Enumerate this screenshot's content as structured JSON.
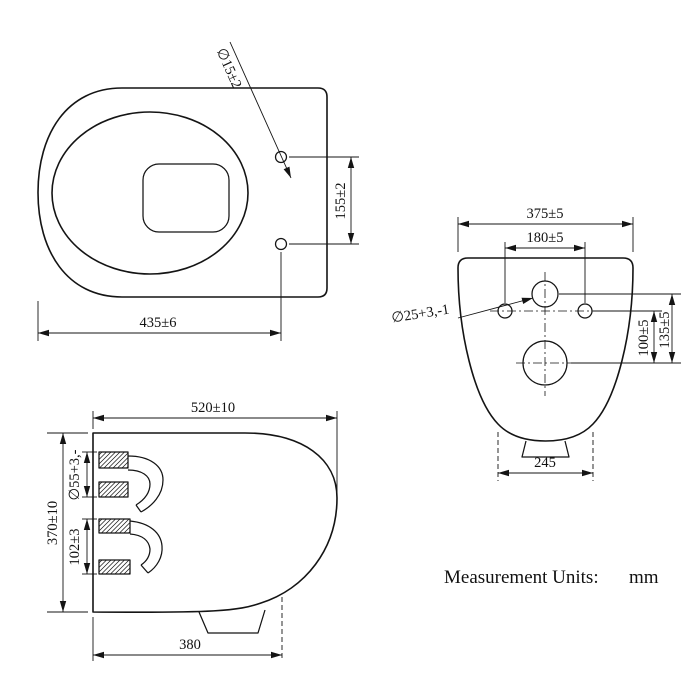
{
  "colors": {
    "ink": "#141414",
    "background": "#ffffff"
  },
  "top_view": {
    "label_hole_diameter": "∅15±2",
    "label_hole_offset": "155±2",
    "label_width": "435±6"
  },
  "rear_view": {
    "label_width": "375±5",
    "label_hole_spacing": "180±5",
    "label_inlet_diameter": "∅25+3,-1",
    "label_height_inner": "100±5",
    "label_height_outer": "135±5",
    "label_base_width": "245"
  },
  "side_view": {
    "label_depth": "520±10",
    "label_height": "370±10",
    "label_inlet_diameter": "∅55+3,-",
    "label_outlet_offset": "102±3",
    "label_base_depth": "380"
  },
  "footer": {
    "units_label": "Measurement Units:",
    "units_value": "mm"
  }
}
